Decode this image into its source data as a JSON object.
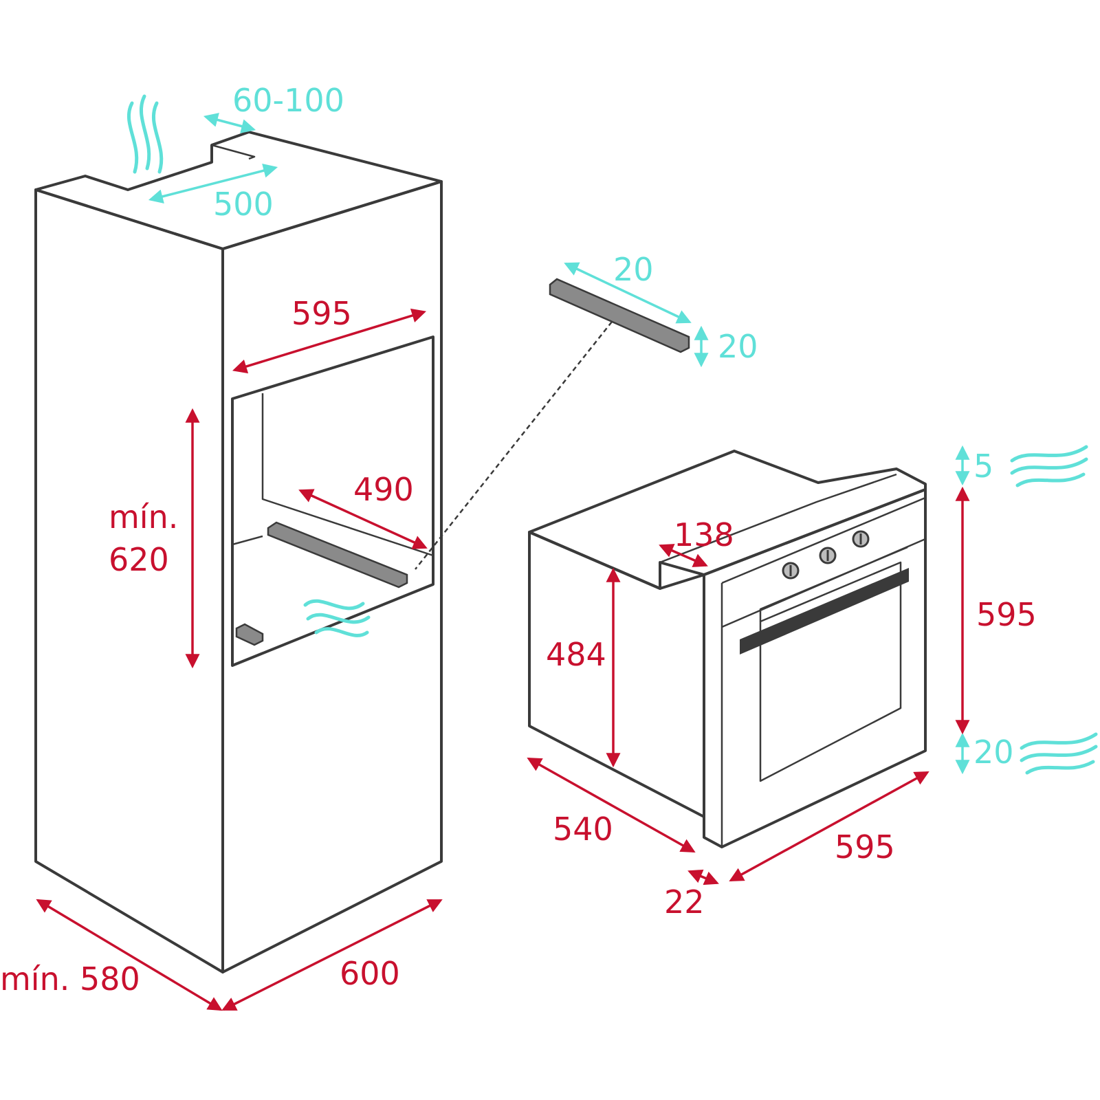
{
  "colors": {
    "dimension": "#c8102e",
    "ventilation": "#5fe0d8",
    "outline": "#3a3a3a"
  },
  "cabinet": {
    "vent_gap_label": "60-100",
    "vent_depth_label": "500",
    "opening_width_label": "595",
    "opening_depth_label": "490",
    "opening_height_prefix": "mín.",
    "opening_height_value": "620",
    "depth_label": "mín. 580",
    "width_label": "600"
  },
  "rail": {
    "width_label": "20",
    "height_label": "20"
  },
  "oven": {
    "top_gap_label": "5",
    "height_label": "595",
    "bottom_gap_label": "20",
    "body_height_label": "484",
    "panel_label": "138",
    "depth_label": "540",
    "front_thickness_label": "22",
    "width_label": "595"
  }
}
